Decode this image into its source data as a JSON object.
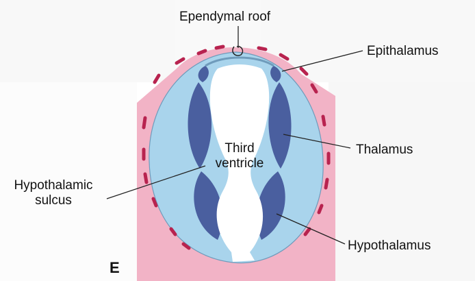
{
  "figure": {
    "panel_letter": "E",
    "labels": {
      "ependymal_roof": "Ependymal roof",
      "epithalamus": "Epithalamus",
      "thalamus": "Thalamus",
      "third_ventricle_line1": "Third",
      "third_ventricle_line2": "ventricle",
      "hypothalamic_sulcus_line1": "Hypothalamic",
      "hypothalamic_sulcus_line2": "sulcus",
      "hypothalamus": "Hypothalamus"
    },
    "colors": {
      "mesenchyme": "#f2b3c6",
      "neural_wall": "#a9d4ec",
      "thalamic_nuclei": "#4a5f9f",
      "vessels": "#b8234f",
      "ventricle": "#ffffff",
      "background_text": "#e6e6e6"
    }
  }
}
